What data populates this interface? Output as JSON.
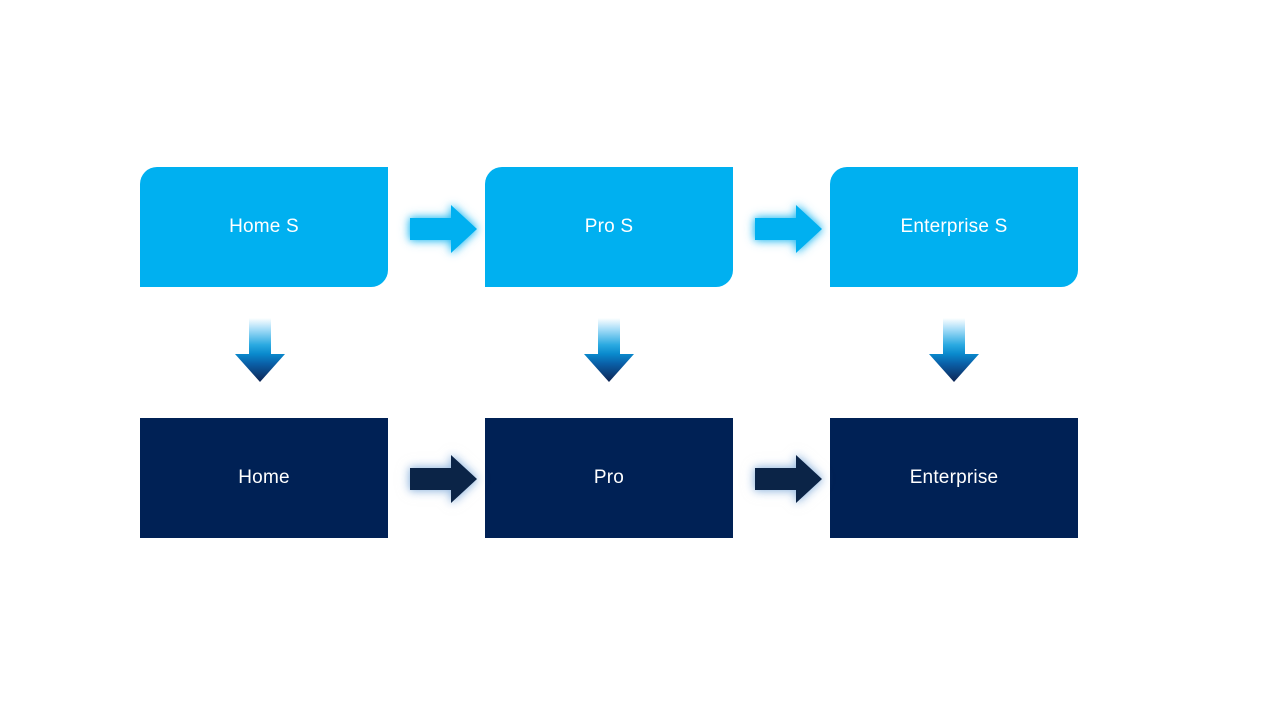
{
  "diagram": {
    "description": "Two-row upgrade flow diagram: S-mode editions on top flowing down to standard editions",
    "colors": {
      "cyan": "#00B0F0",
      "navy": "#002155",
      "label_text": "#FFFFFF",
      "background": "#FFFFFF",
      "top_arrow_glow": "#00B0F0",
      "bottom_arrow_glow": "#98BAE0"
    },
    "top_row": [
      {
        "label": "Home S"
      },
      {
        "label": "Pro S"
      },
      {
        "label": "Enterprise S"
      }
    ],
    "bottom_row": [
      {
        "label": "Home"
      },
      {
        "label": "Pro"
      },
      {
        "label": "Enterprise"
      }
    ],
    "connectors": {
      "horizontal_top": [
        "Home S to Pro S",
        "Pro S to Enterprise S"
      ],
      "horizontal_bottom": [
        "Home to Pro",
        "Pro to Enterprise"
      ],
      "vertical": [
        "Home S to Home",
        "Pro S to Pro",
        "Enterprise S to Enterprise"
      ]
    }
  }
}
